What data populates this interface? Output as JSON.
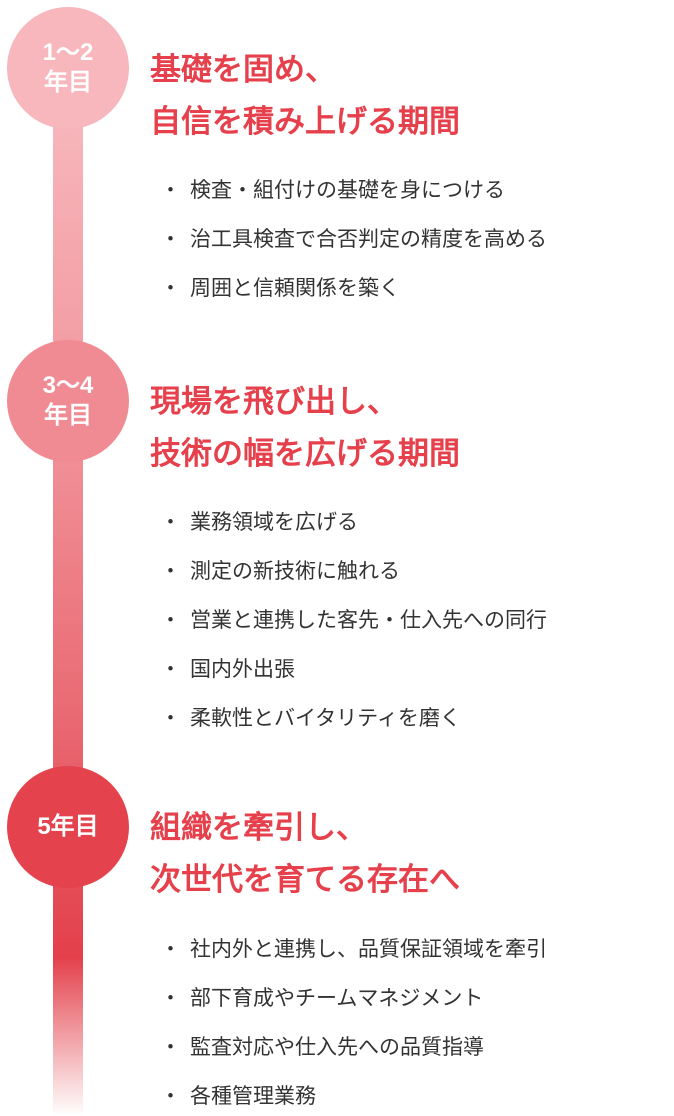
{
  "stages": [
    {
      "badge": [
        "1〜2",
        "年目"
      ],
      "heading": [
        "基礎を固め、",
        "自信を積み上げる期間"
      ],
      "items": [
        "検査・組付けの基礎を身につける",
        "治工具検査で合否判定の精度を高める",
        "周囲と信頼関係を築く"
      ]
    },
    {
      "badge": [
        "3〜4",
        "年目"
      ],
      "heading": [
        "現場を飛び出し、",
        "技術の幅を広げる期間"
      ],
      "items": [
        "業務領域を広げる",
        "測定の新技術に触れる",
        "営業と連携した客先・仕入先への同行",
        "国内外出張",
        "柔軟性とバイタリティを磨く"
      ]
    },
    {
      "badge": [
        "5年目"
      ],
      "heading": [
        "組織を牽引し、",
        "次世代を育てる存在へ"
      ],
      "items": [
        "社内外と連携し、品質保証領域を牽引",
        "部下育成やチームマネジメント",
        "監査対応や仕入先への品質指導",
        "各種管理業務"
      ]
    }
  ],
  "bullet_mark": "・",
  "colors": {
    "accent": "#e5404b",
    "stage1": "#f7b7bc",
    "stage2": "#f08a93",
    "stage3": "#e4434e",
    "text": "#333333"
  }
}
